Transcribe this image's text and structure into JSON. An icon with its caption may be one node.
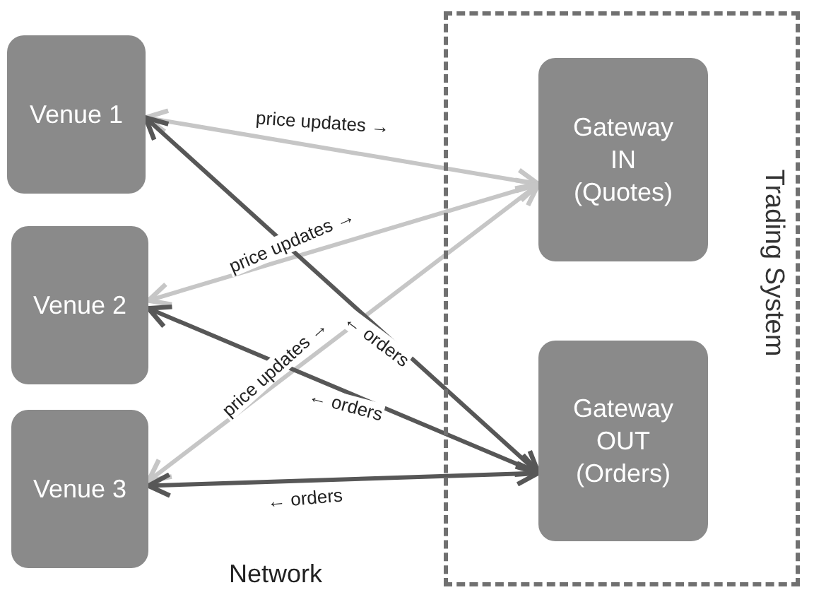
{
  "diagram": {
    "nodes": [
      {
        "text": [
          "Venue 1"
        ]
      },
      {
        "text": [
          "Venue 2"
        ]
      },
      {
        "text": [
          "Venue 3"
        ]
      },
      {
        "text": [
          "Trading System"
        ]
      },
      {
        "text": [
          "Gateway IN (Quotes)"
        ],
        "in": 3
      },
      {
        "text": [
          "Gateway OUT (Orders)"
        ],
        "in": 3
      }
    ],
    "edges": [
      {
        "from": 4,
        "to": 0,
        "arrow": "both",
        "label": "price updates →",
        "color": "#c6c6c6"
      },
      {
        "from": 4,
        "to": 1,
        "arrow": "both",
        "label": "price updates →",
        "color": "#c6c6c6"
      },
      {
        "from": 4,
        "to": 2,
        "arrow": "both",
        "label": "price updates →",
        "color": "#c6c6c6"
      },
      {
        "from": 5,
        "to": 0,
        "arrow": "both",
        "label": "← orders",
        "color": "#575757"
      },
      {
        "from": 5,
        "to": 1,
        "arrow": "both",
        "label": "← orders",
        "color": "#575757"
      },
      {
        "from": 5,
        "to": 2,
        "arrow": "both",
        "label": "← orders",
        "color": "#575757"
      }
    ],
    "labels": [
      "Network"
    ]
  }
}
